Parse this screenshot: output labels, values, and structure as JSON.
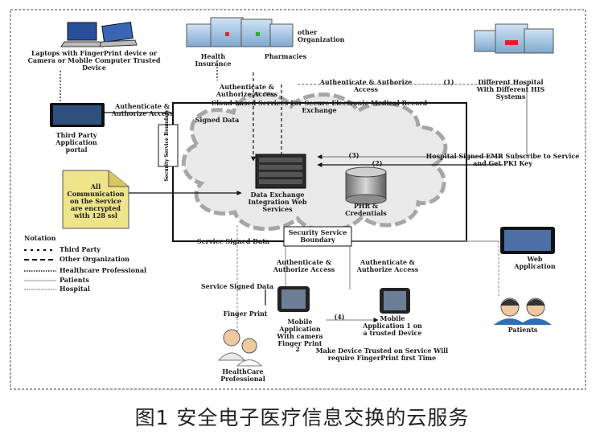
{
  "diagram": {
    "laptops_label": "Laptops with FingerPrint device or Camera or Mobile Computer Trusted Device",
    "other_org_label": "other Organization",
    "pharmacies_label": "Pharmacies",
    "health_insurance_label": "Health Insurance",
    "different_hospital_label": "Different Hospital With Different HIS Systems",
    "third_party_portal_label": "Third Party Application portal",
    "auth_access_label": "Authenticate & Authorize Access",
    "cloud_title": "Cloud-based Services For Secure Electronic Medical Record Exchange",
    "signed_data_label": "Signed Data",
    "security_boundary_label": "Security Service Boundary",
    "data_exchange_label": "Data Exchange Integration Web Services",
    "phr_label": "PHR & Credentials",
    "hospital_signed_label": "Hospital Signed EMR Subscribe to Service and Get PKI Key",
    "all_comm_note": "All Communication on the Service are encrypted with 128 ssl",
    "service_signed_label": "Service Signed Data",
    "web_app_label": "Web Application",
    "patients_label": "Patients",
    "finger_print_label": "Finger Print",
    "mobile_camera_label": "Mobile Application With camera Finger Print",
    "mobile_trusted_label": "Mobile Application 1 on a trusted Device",
    "make_trusted_label": "Make Device Trusted on Service Will require FingerPrint first Time",
    "healthcare_prof_label": "HealthCare Professional",
    "step_1": "(1)",
    "step_2": "(2)",
    "step_3": "(3)",
    "step_4": "(4)",
    "step_5": "2",
    "legend_title": "Notation",
    "legend_items": [
      "Third Party",
      "Other Organization",
      "Healthcare Professional",
      "Patients",
      "Hospital"
    ]
  },
  "caption": "图1  安全电子医疗信息交换的云服务"
}
